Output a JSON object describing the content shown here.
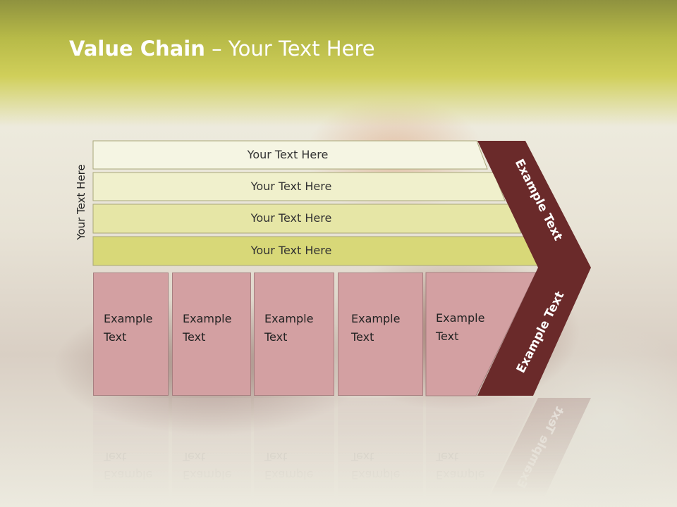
{
  "slide": {
    "title_bold": "Value Chain",
    "title_rest": " – Your Text Here",
    "side_label": "Your Text Here"
  },
  "bars": [
    {
      "label": "Your Text Here",
      "color": "#f5f5e3"
    },
    {
      "label": "Your Text Here",
      "color": "#f0f0cc"
    },
    {
      "label": "Your Text Here",
      "color": "#e6e6a6"
    },
    {
      "label": "Your Text Here",
      "color": "#d8d878"
    }
  ],
  "cells": [
    {
      "line1": "Example",
      "line2": "Text"
    },
    {
      "line1": "Example",
      "line2": "Text"
    },
    {
      "line1": "Example",
      "line2": "Text"
    },
    {
      "line1": "Example",
      "line2": "Text"
    },
    {
      "line1": "Example",
      "line2": "Text"
    }
  ],
  "chevron": {
    "upper_text": "Example Text",
    "lower_text": "Example Text",
    "color": "#6a2a2a"
  }
}
